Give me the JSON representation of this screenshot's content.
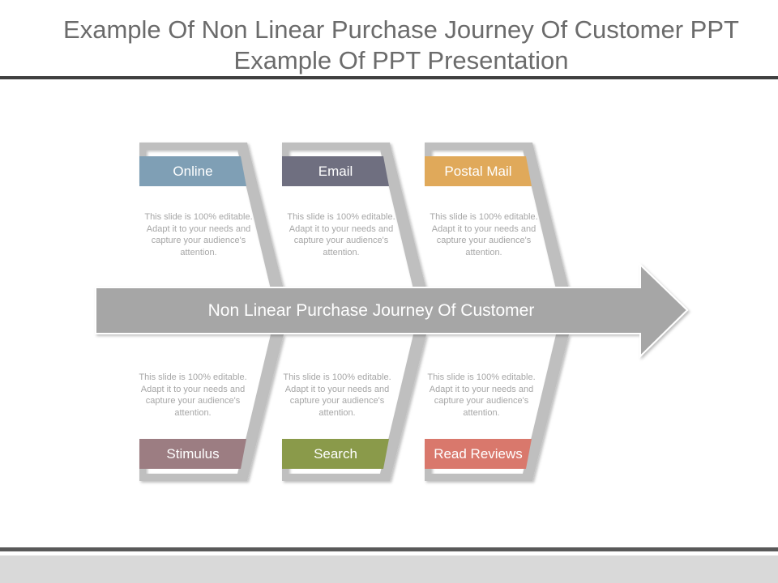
{
  "title": {
    "line1": "Example Of Non Linear Purchase Journey Of Customer PPT",
    "line2": "Example Of PPT Presentation"
  },
  "center_label": "Non Linear Purchase Journey Of Customer",
  "top_branches": [
    {
      "label": "Online",
      "color": "#7f9fb5",
      "text": "This slide is 100% editable. Adapt it to your needs and capture your audience's attention."
    },
    {
      "label": "Email",
      "color": "#6f6f80",
      "text": "This slide is 100% editable. Adapt it to your needs and capture your audience's attention."
    },
    {
      "label": "Postal Mail",
      "color": "#e0a95a",
      "text": "This slide is 100% editable. Adapt it to your needs and capture your audience's attention."
    }
  ],
  "bottom_branches": [
    {
      "label": "Stimulus",
      "color": "#9c7d82",
      "text": "This slide is 100% editable. Adapt it to your needs and capture your audience's attention."
    },
    {
      "label": "Search",
      "color": "#8a9a4a",
      "text": "This slide is 100% editable. Adapt it to your needs and capture your audience's attention."
    },
    {
      "label": "Read Reviews",
      "color": "#d9786c",
      "text": "This slide is 100% editable. Adapt it to your needs and capture your audience's attention."
    }
  ],
  "colors": {
    "frame": "#bfbfbf",
    "arrow": "#a6a6a6",
    "title_text": "#6b6b6b",
    "body_text": "#a6a6a6"
  }
}
